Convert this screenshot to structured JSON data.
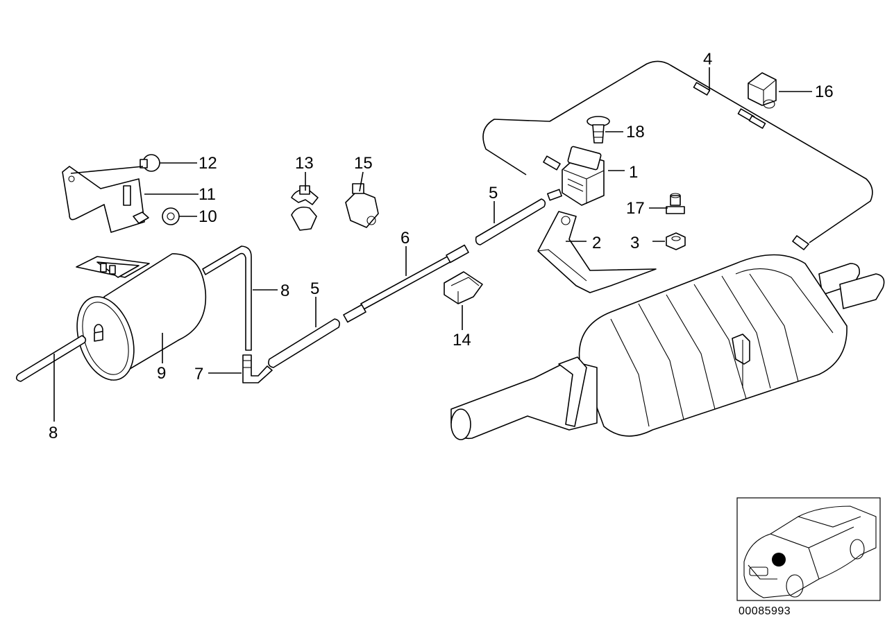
{
  "diagram": {
    "reference_number": "00085993",
    "callouts": [
      {
        "id": "c1",
        "label": "1"
      },
      {
        "id": "c2",
        "label": "2"
      },
      {
        "id": "c3",
        "label": "3"
      },
      {
        "id": "c4",
        "label": "4"
      },
      {
        "id": "c5a",
        "label": "5"
      },
      {
        "id": "c5b",
        "label": "5"
      },
      {
        "id": "c6",
        "label": "6"
      },
      {
        "id": "c7",
        "label": "7"
      },
      {
        "id": "c8a",
        "label": "8"
      },
      {
        "id": "c8b",
        "label": "8"
      },
      {
        "id": "c9",
        "label": "9"
      },
      {
        "id": "c10",
        "label": "10"
      },
      {
        "id": "c11",
        "label": "11"
      },
      {
        "id": "c12",
        "label": "12"
      },
      {
        "id": "c13",
        "label": "13"
      },
      {
        "id": "c14",
        "label": "14"
      },
      {
        "id": "c15",
        "label": "15"
      },
      {
        "id": "c16",
        "label": "16"
      },
      {
        "id": "c17",
        "label": "17"
      },
      {
        "id": "c18",
        "label": "18"
      }
    ]
  }
}
